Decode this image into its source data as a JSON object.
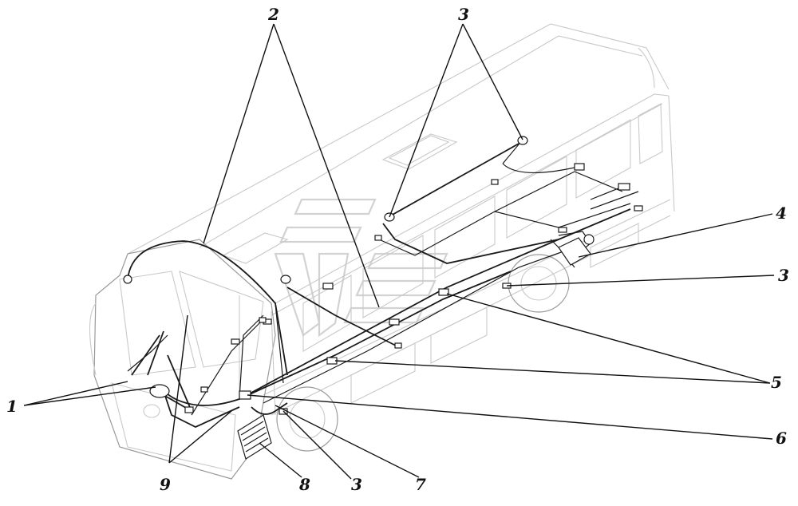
{
  "callouts": {
    "c1": "1",
    "c2": "2",
    "c3_top": "3",
    "c3_right": "3",
    "c3_bottom": "3",
    "c4": "4",
    "c5": "5",
    "c6": "6",
    "c7": "7",
    "c8": "8",
    "c9": "9"
  }
}
